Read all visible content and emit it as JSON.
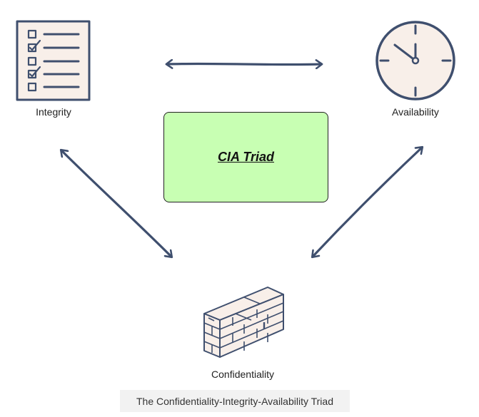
{
  "nodes": {
    "integrity": {
      "label": "Integrity",
      "icon": "checklist-icon"
    },
    "availability": {
      "label": "Availability",
      "icon": "clock-icon"
    },
    "confidentiality": {
      "label": "Confidentiality",
      "icon": "brick-wall-icon"
    }
  },
  "center": {
    "title": "CIA Triad"
  },
  "caption": "The Confidentiality-Integrity-Availability Triad",
  "colors": {
    "stroke": "#3f4f6e",
    "icon_fill": "#f8efe9",
    "center_fill": "#c8ffb3",
    "caption_bg": "#f2f2f2"
  }
}
